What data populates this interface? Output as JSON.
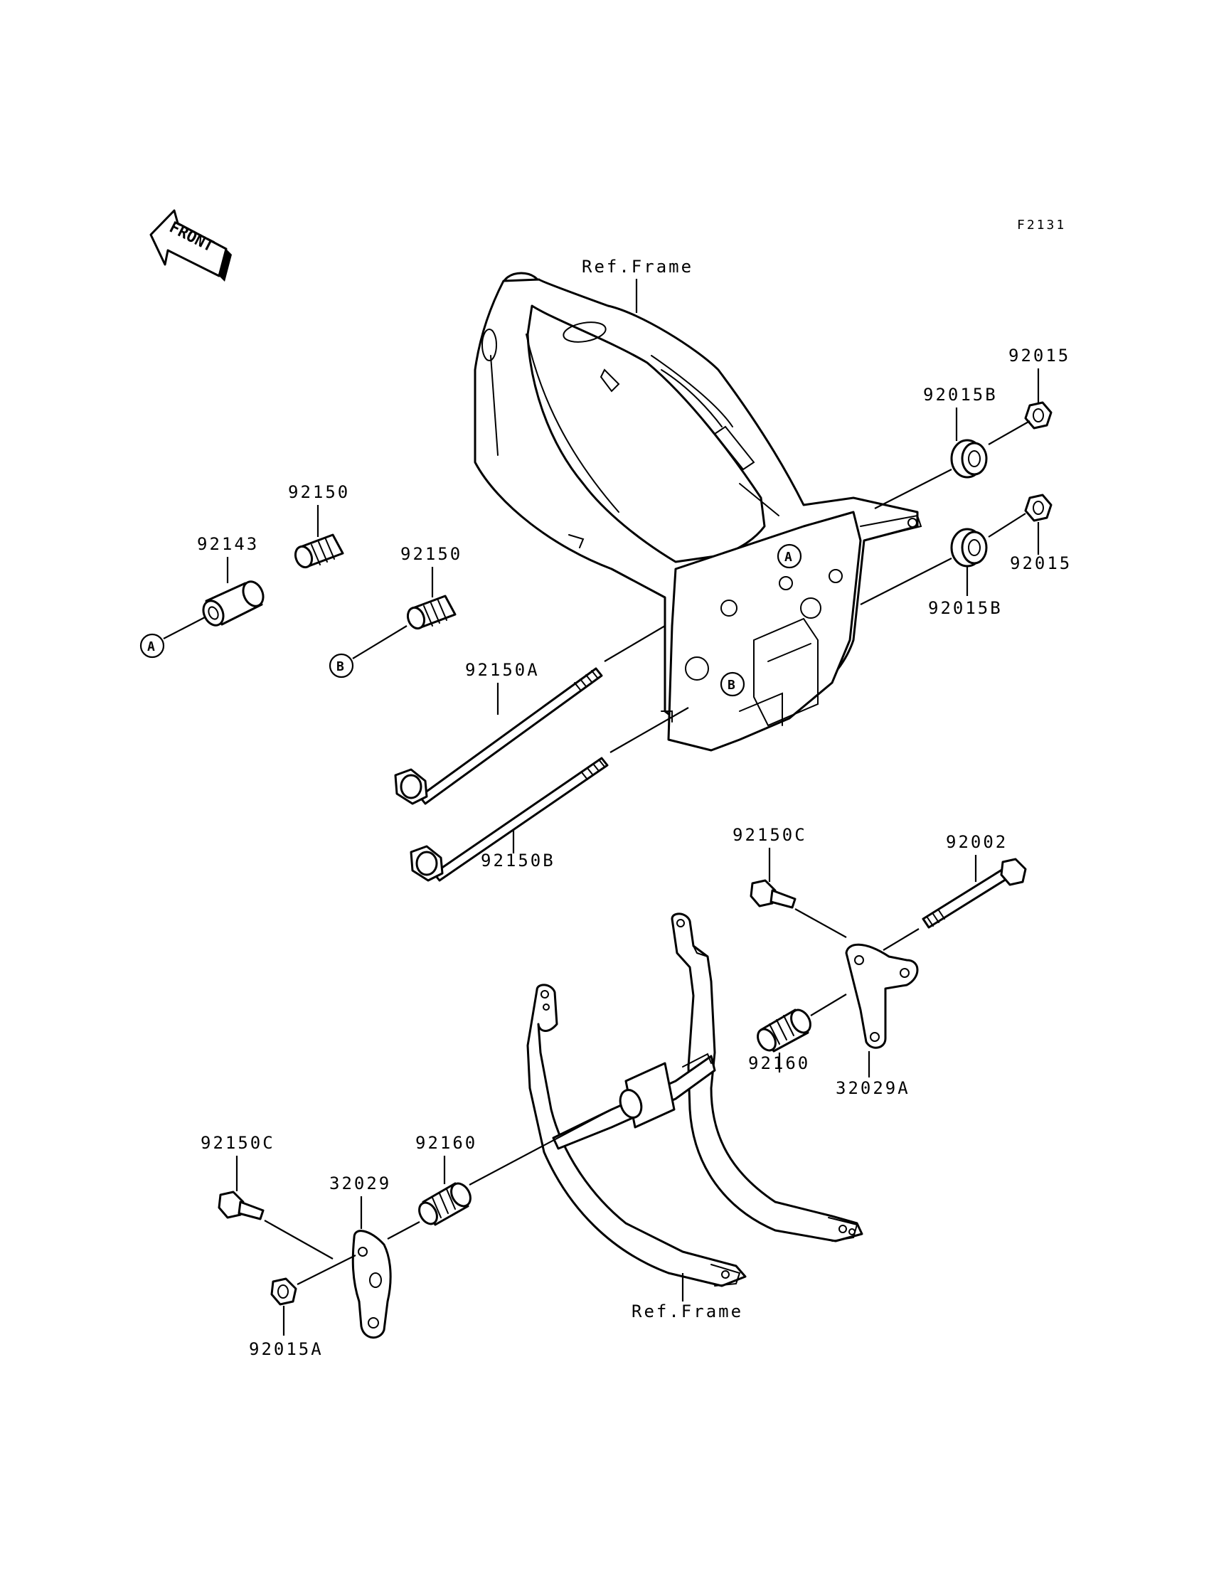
{
  "diagram": {
    "code": "F2131",
    "front_label": "FRONT",
    "callouts": {
      "a": "A",
      "b": "B"
    },
    "labels": {
      "ref_frame_top": "Ref.Frame",
      "ref_frame_bottom": "Ref.Frame",
      "p92015_top": "92015",
      "p92015b_top": "92015B",
      "p92015_mid": "92015",
      "p92015b_mid": "92015B",
      "p92150_a": "92150",
      "p92150_b": "92150",
      "p92143": "92143",
      "p92150a": "92150A",
      "p92150b": "92150B",
      "p92150c_right": "92150C",
      "p92002": "92002",
      "p92160_right": "92160",
      "p32029a": "32029A",
      "p92150c_left": "92150C",
      "p92160_left": "92160",
      "p32029": "32029",
      "p92015a": "92015A"
    }
  }
}
